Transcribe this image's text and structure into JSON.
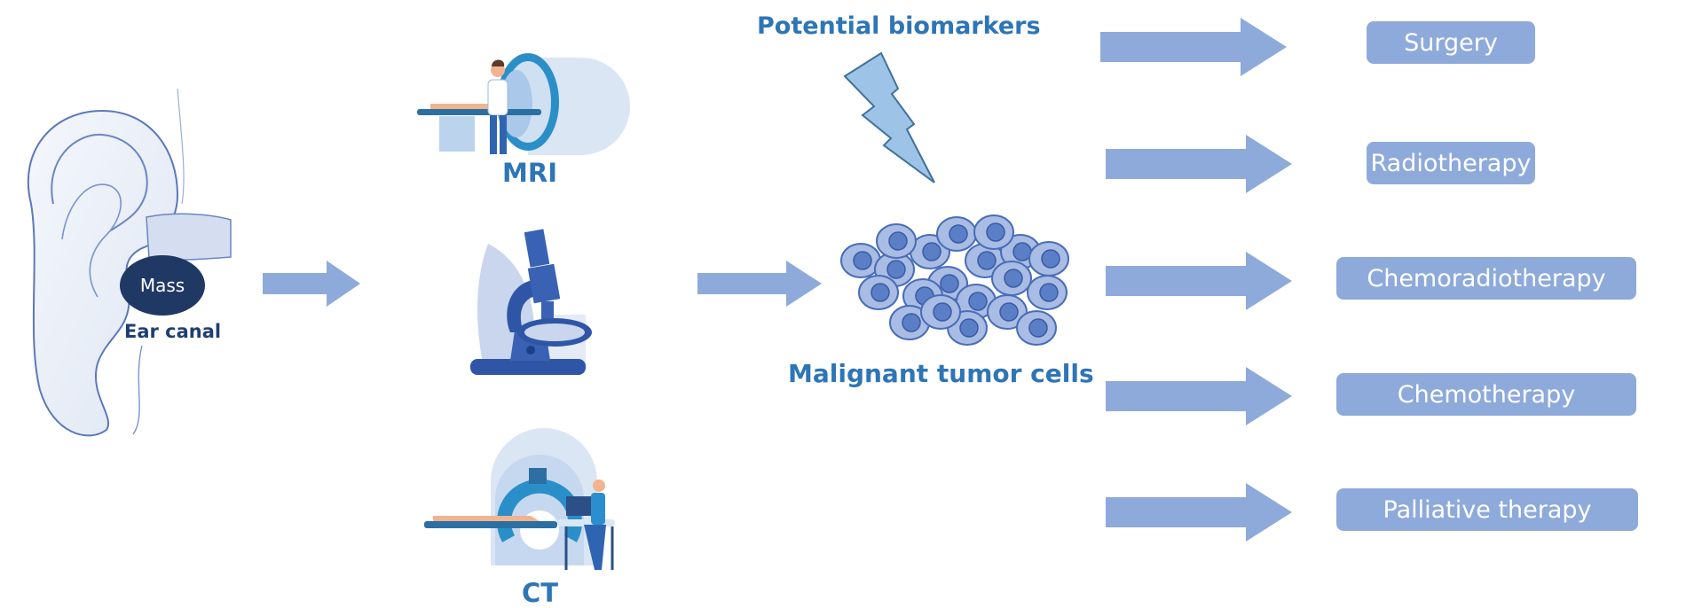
{
  "diagram": {
    "ear": {
      "mass_label": "Mass",
      "canal_label": "Ear canal"
    },
    "imaging": [
      {
        "id": "mri",
        "label": "MRI",
        "icon": "mri-scanner-icon"
      },
      {
        "id": "microscopy",
        "label": "",
        "icon": "microscope-icon"
      },
      {
        "id": "ct",
        "label": "CT",
        "icon": "ct-scanner-icon"
      }
    ],
    "biomarkers_label": "Potential biomarkers",
    "tumor_label": "Malignant tumor cells",
    "treatments": [
      {
        "label": "Surgery"
      },
      {
        "label": "Radiotherapy"
      },
      {
        "label": "Chemoradiotherapy"
      },
      {
        "label": "Chemotherapy"
      },
      {
        "label": "Palliative therapy"
      }
    ],
    "colors": {
      "arrow": "#8eaadb",
      "box": "#8eaadb",
      "label_blue": "#2e75b6",
      "mass_fill": "#1f3864",
      "lightning": "#9dc3e6",
      "cell": "#6f8fcf"
    }
  }
}
